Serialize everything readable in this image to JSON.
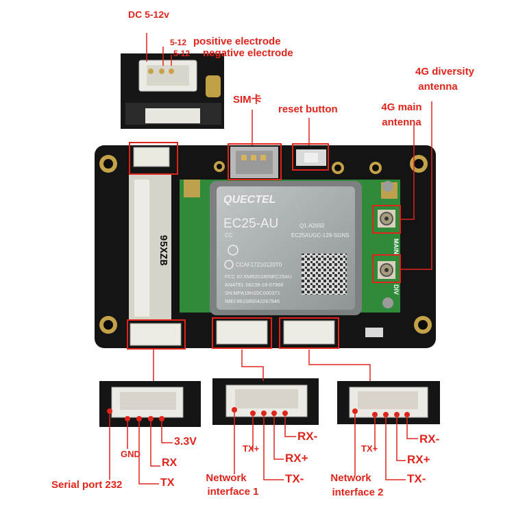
{
  "labels": {
    "dc": "DC 5-12v",
    "pos_num": "5-12",
    "pos_text": "positive electrode",
    "neg_num": "5-12",
    "neg_text": "negative electrode",
    "sim": "SIM卡",
    "reset": "reset button",
    "div_line1": "4G diversity",
    "div_line2": "antenna",
    "main_line1": "4G main",
    "main_line2": "antenna",
    "gnd": "GND",
    "rx": "RX",
    "tx": "TX",
    "v33": "3.3V",
    "serial": "Serial port 232",
    "n1_txp": "TX+",
    "n1_rxm": "RX-",
    "n1_rxp": "RX+",
    "n1_txm": "TX-",
    "n1_line1": "Network",
    "n1_line2": "interface 1",
    "n2_txp": "TX+",
    "n2_rxm": "RX-",
    "n2_rxp": "RX+",
    "n2_txm": "TX-",
    "n2_line1": "Network",
    "n2_line2": "interface 2"
  },
  "module": {
    "brand": "QUECTEL",
    "model": "EC25-AU",
    "sub_cc": "CC",
    "part": "Q1-A2692",
    "variant": "EC25AUGC-128-SGNS",
    "ccaf": "CCAF17Z10120T0",
    "fcc": "FCC ID:XMR201805EC25AU",
    "anatel": "ANATEL 06239-18-07968",
    "sn": "SN:MPA19H20C000371",
    "imei": "IMEI:861585042267946"
  },
  "board": {
    "slot_text": "95XZB",
    "silk_main": "MAIN",
    "silk_div": "DIV"
  },
  "colors": {
    "accent": "#e0241b",
    "pcb": "#151515",
    "green_pcb": "#2f8a3a",
    "module": "#a9adad",
    "gold": "#caa24a"
  }
}
